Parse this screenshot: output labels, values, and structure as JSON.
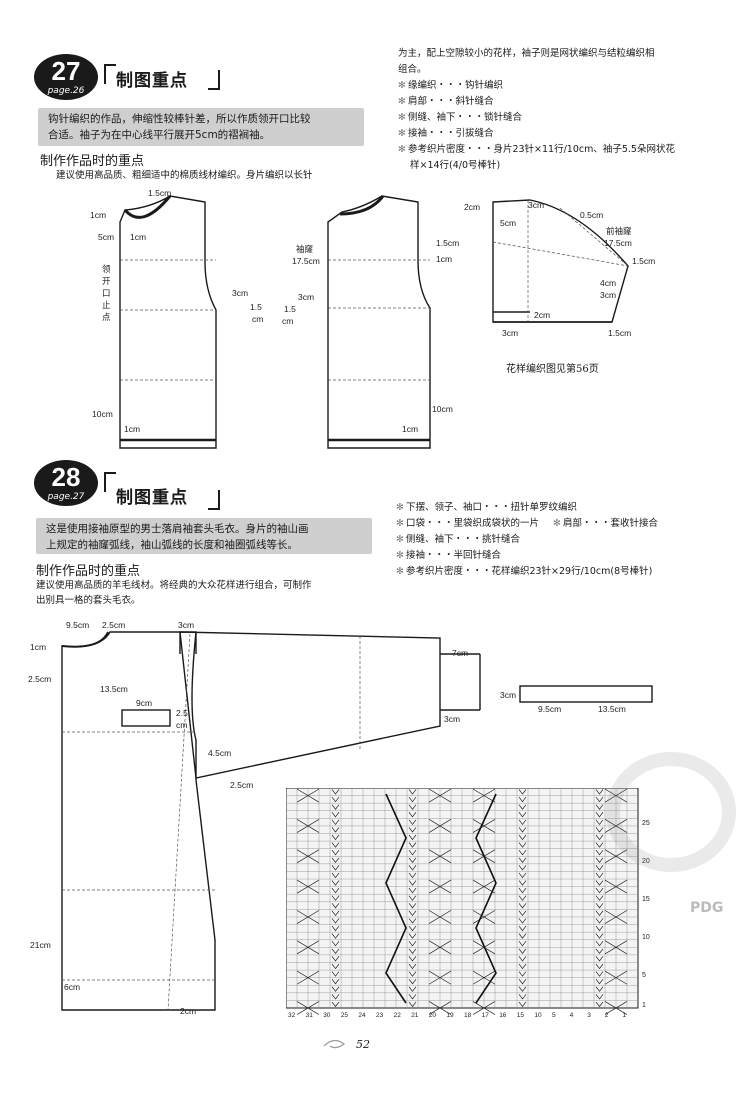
{
  "s27": {
    "num": "27",
    "page": "page.26",
    "heading": "制图重点",
    "intro": [
      "钩针编织的作品，伸缩性较棒针差，所以作质领开口比较",
      "合适。袖子为在中心线平行展开5cm的褶裥袖。"
    ],
    "subhead": "制作作品时的重点",
    "para": "建议使用高品质、粗细适中的棉质线材编织。身片编织以长针",
    "notes_intro": [
      "为主，配上空隙较小的花样，袖子则是网状编织与结粒编织相",
      "组合。"
    ],
    "notes": [
      "缘编织・・・钩针编织",
      "肩部・・・斜针缝合",
      "侧缝、袖下・・・锁针缝合",
      "接袖・・・引拔缝合",
      "参考织片密度・・・身片23针×11行/10cm、袖子5.5朵网状花",
      "样×14行(4/0号棒针)"
    ],
    "pattern_ref": "花样编织图见第56页",
    "labels": {
      "front_15": "1.5cm",
      "front_1a": "1cm",
      "front_5": "5cm",
      "front_1b": "1cm",
      "front_neck": [
        "领",
        "开",
        "口",
        "止",
        "点"
      ],
      "front_3": "3cm",
      "front_15b": "1.5",
      "front_cm": "cm",
      "front_10": "10cm",
      "front_1c": "1cm",
      "back_armhole": "袖窿",
      "back_175": "17.5cm",
      "back_15": "1.5cm",
      "back_1": "1cm",
      "back_3": "3cm",
      "back_15b": "1.5",
      "back_cm": "cm",
      "back_10": "10cm",
      "back_1c": "1cm",
      "sl_2": "2cm",
      "sl_5": "5cm",
      "sl_3": "3cm",
      "sl_05": "0.5cm",
      "sl_armhole": "前袖窿",
      "sl_175": "17.5cm",
      "sl_15": "1.5cm",
      "sl_4": "4cm",
      "sl_3b": "3cm",
      "sl_2b": "2cm",
      "sl_3c": "3cm",
      "sl_15b": "1.5cm"
    }
  },
  "s28": {
    "num": "28",
    "page": "page.27",
    "heading": "制图重点",
    "intro": [
      "这是使用接袖原型的男士落肩袖套头毛衣。身片的袖山画",
      "上规定的袖窿弧线，袖山弧线的长度和袖圈弧线等长。"
    ],
    "subhead": "制作作品时的重点",
    "para": [
      "建议使用高品质的羊毛线材。将经典的大众花样进行组合，可制作",
      "出别具一格的套头毛衣。"
    ],
    "notes": [
      "下摆、领子、袖口・・・扭针单罗纹编织",
      "口袋・・・里袋织成袋状的一片",
      "侧缝、袖下・・・挑针缝合",
      "接袖・・・半回针缝合",
      "参考织片密度・・・花样编织23针×29行/10cm(8号棒针)"
    ],
    "note_shoulder": "肩部・・・套收针接合",
    "labels": {
      "d_95": "9.5cm",
      "d_25": "2.5cm",
      "d_3": "3cm",
      "d_1": "1cm",
      "d_25b": "2.5cm",
      "d_135": "13.5cm",
      "d_9": "9cm",
      "d_25c": "2.5",
      "d_cm": "cm",
      "d_45": "4.5cm",
      "d_25d": "2.5cm",
      "d_7": "7cm",
      "d_3b": "3cm",
      "d_21": "21cm",
      "d_6": "6cm",
      "d_2": "2cm",
      "c_3": "3cm",
      "c_95": "9.5cm",
      "c_135": "13.5cm"
    }
  },
  "chart": {
    "row_marks": [
      "25",
      "20",
      "15",
      "10",
      "5",
      "1"
    ],
    "col_numbers": [
      "32",
      "31",
      "30",
      "25",
      "24",
      "23",
      "22",
      "21",
      "20",
      "19",
      "18",
      "17",
      "16",
      "15",
      "10",
      "5",
      "4",
      "3",
      "2",
      "1"
    ]
  },
  "footer": {
    "page": "52"
  },
  "watermark": "PDG"
}
